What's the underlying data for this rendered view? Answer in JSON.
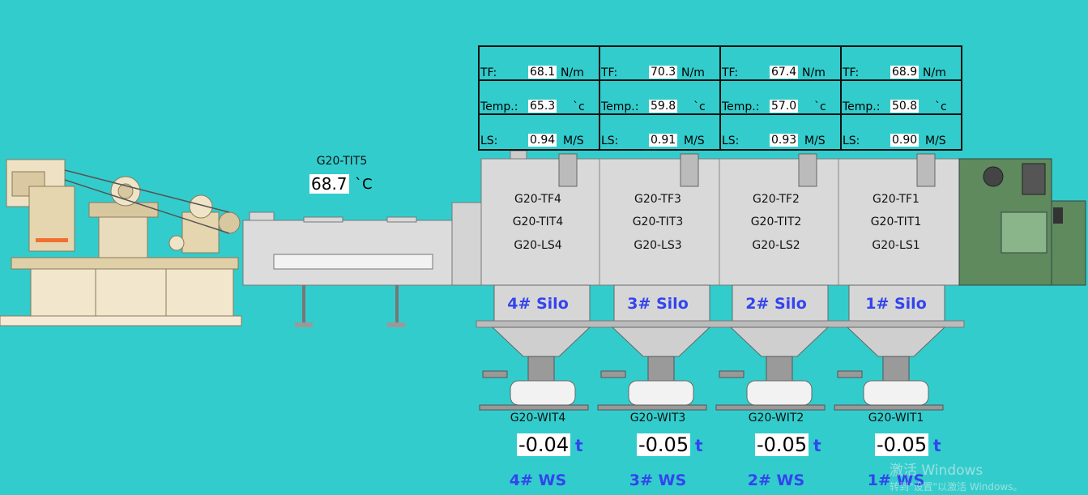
{
  "tit5": {
    "tag": "G20-TIT5",
    "value": "68.7",
    "unit": "`C"
  },
  "units": {
    "tf_label": "TF:",
    "temp_label": "Temp.:",
    "ls_label": "LS:",
    "tf": "N/m",
    "temp": "`c",
    "ls": "M/S",
    "weight": "t"
  },
  "zones": [
    {
      "silo": "4# Silo",
      "ws": "4# WS",
      "tf_tag": "G20-TF4",
      "tit_tag": "G20-TIT4",
      "ls_tag": "G20-LS4",
      "wit_tag": "G20-WIT4",
      "tf": "68.1",
      "temp": "65.3",
      "ls": "0.94",
      "weight": "-0.04"
    },
    {
      "silo": "3# Silo",
      "ws": "3# WS",
      "tf_tag": "G20-TF3",
      "tit_tag": "G20-TIT3",
      "ls_tag": "G20-LS3",
      "wit_tag": "G20-WIT3",
      "tf": "70.3",
      "temp": "59.8",
      "ls": "0.91",
      "weight": "-0.05"
    },
    {
      "silo": "2# Silo",
      "ws": "2# WS",
      "tf_tag": "G20-TF2",
      "tit_tag": "G20-TIT2",
      "ls_tag": "G20-LS2",
      "wit_tag": "G20-WIT2",
      "tf": "67.4",
      "temp": "57.0",
      "ls": "0.93",
      "weight": "-0.05"
    },
    {
      "silo": "1# Silo",
      "ws": "1# WS",
      "tf_tag": "G20-TF1",
      "tit_tag": "G20-TIT1",
      "ls_tag": "G20-LS1",
      "wit_tag": "G20-WIT1",
      "tf": "68.9",
      "temp": "50.8",
      "ls": "0.90",
      "weight": "-0.05"
    }
  ],
  "watermark": {
    "line1": "激活 Windows",
    "line2": "转到\"设置\"以激活 Windows。"
  },
  "colors": {
    "background": "#33cccc",
    "label_blue": "#3344ee"
  }
}
